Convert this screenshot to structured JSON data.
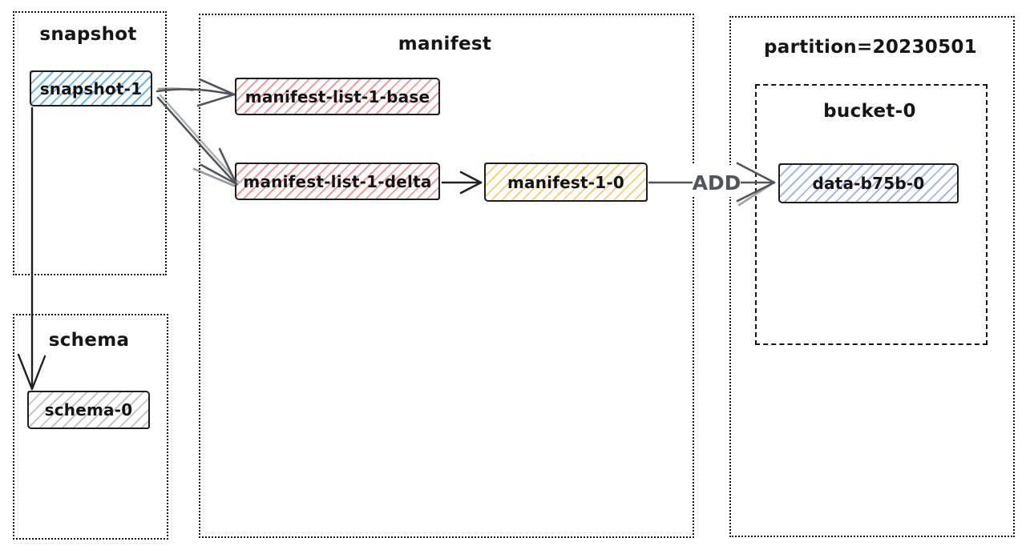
{
  "containers": {
    "snapshot": {
      "title": "snapshot"
    },
    "schema": {
      "title": "schema"
    },
    "manifest": {
      "title": "manifest"
    },
    "partition": {
      "title": "partition=20230501"
    },
    "bucket": {
      "title": "bucket-0"
    }
  },
  "nodes": {
    "snapshot_1": {
      "label": "snapshot-1",
      "color": "blue"
    },
    "schema_0": {
      "label": "schema-0",
      "color": "gray"
    },
    "manifest_list_1_base": {
      "label": "manifest-list-1-base",
      "color": "red"
    },
    "manifest_list_1_delta": {
      "label": "manifest-list-1-delta",
      "color": "red"
    },
    "manifest_1_0": {
      "label": "manifest-1-0",
      "color": "yellow"
    },
    "data_b75b_0": {
      "label": "data-b75b-0",
      "color": "indigo"
    }
  },
  "edges": [
    {
      "from": "snapshot-1",
      "to": "manifest-list-1-base",
      "label": ""
    },
    {
      "from": "snapshot-1",
      "to": "manifest-list-1-delta",
      "label": ""
    },
    {
      "from": "snapshot-1",
      "to": "schema-0",
      "label": ""
    },
    {
      "from": "manifest-list-1-delta",
      "to": "manifest-1-0",
      "label": ""
    },
    {
      "from": "manifest-1-0",
      "to": "data-b75b-0",
      "label": "ADD"
    }
  ],
  "colors": {
    "background": "#ffffff",
    "border_dark": "#1e1e1e",
    "arrow_gray": "#50565d",
    "arrow_black": "#222222",
    "hachure_blue": "#4da0e6",
    "hachure_red": "#e04949",
    "hachure_yellow": "#f0a50a",
    "hachure_indigo": "#5d78dc",
    "hachure_gray": "#78828c"
  }
}
